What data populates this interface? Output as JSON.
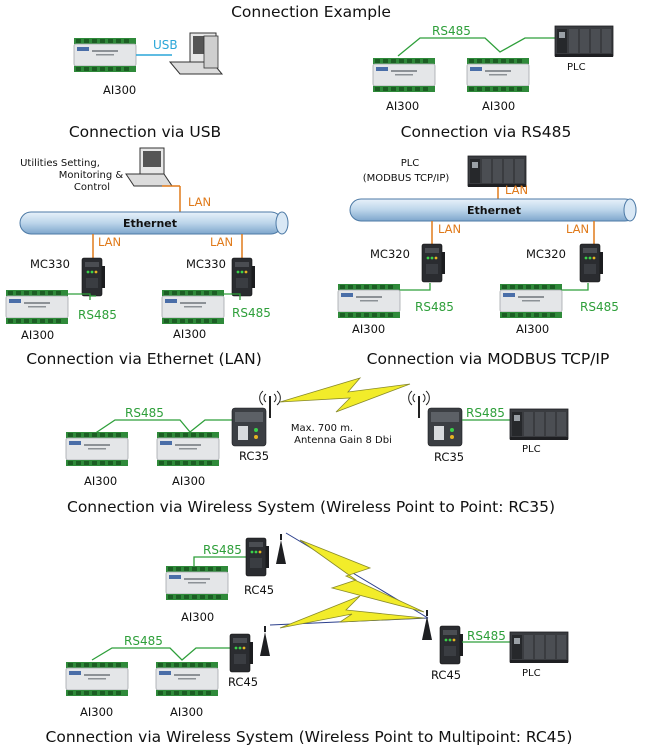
{
  "title": "Connection Example",
  "captions": {
    "usb": "Connection via USB",
    "rs485": "Connection via RS485",
    "lan": "Connection via Ethernet (LAN)",
    "modbus": "Connection via MODBUS TCP/IP",
    "wireless_p2p": "Connection via Wireless System (Wireless Point to Point: RC35)",
    "wireless_mp": "Connection via Wireless System (Wireless Point to Multipoint: RC45)"
  },
  "labels": {
    "ai300": "AI300",
    "plc": "PLC",
    "usb": "USB",
    "rs485": "RS485",
    "lan": "LAN",
    "ethernet": "Ethernet",
    "mc330": "MC330",
    "mc320": "MC320",
    "rc35": "RC35",
    "rc45": "RC45",
    "plc_modbus_line1": "PLC",
    "plc_modbus_line2": "(MODBUS TCP/IP)",
    "utilities_line1": "Utilities Setting,",
    "utilities_line2": "Monitoring &",
    "utilities_line3": "Control",
    "range_line1": "Max. 700 m.",
    "range_line2": "Antenna Gain 8 Dbi"
  },
  "colors": {
    "rs485": "#2e9f3a",
    "lan": "#e07a1a",
    "usb": "#2aa6d8",
    "ethernet_bus": "#bcd5ea",
    "lightning": "#f2ec2a"
  }
}
